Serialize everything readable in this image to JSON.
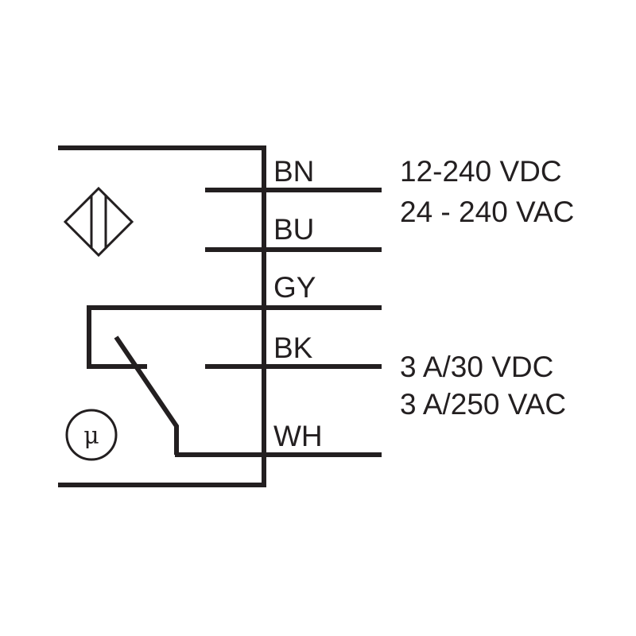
{
  "wires": [
    {
      "code": "BN"
    },
    {
      "code": "BU"
    },
    {
      "code": "GY"
    },
    {
      "code": "BK"
    },
    {
      "code": "WH"
    }
  ],
  "supply": {
    "line1": "12-240 VDC",
    "line2": "24 - 240 VAC"
  },
  "contact_rating": {
    "line1": "3 A/30 VDC",
    "line2": "3 A/250 VAC"
  },
  "microcontroller_symbol": "μ",
  "icons": [
    "inductive-sensor-icon",
    "microprocessor-icon",
    "relay-switch-icon"
  ],
  "colors": {
    "line": "#231f20",
    "background": "#ffffff"
  }
}
